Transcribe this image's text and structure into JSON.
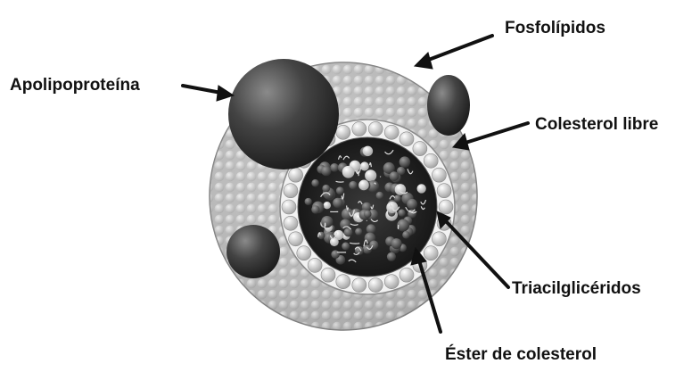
{
  "labels": {
    "fosfolipidos": "Fosfolípidos",
    "apolipoproteina": "Apolipoproteína",
    "colesterol_libre": "Colesterol libre",
    "triacilgliceridos": "Triacilglicéridos",
    "ester_colesterol": "Éster de colesterol"
  },
  "colors": {
    "label_text": "#111111",
    "arrow": "#111111",
    "apoprotein": "#2f2f2f",
    "shell": "#bdbdbd",
    "core": "#1c1c1c"
  }
}
